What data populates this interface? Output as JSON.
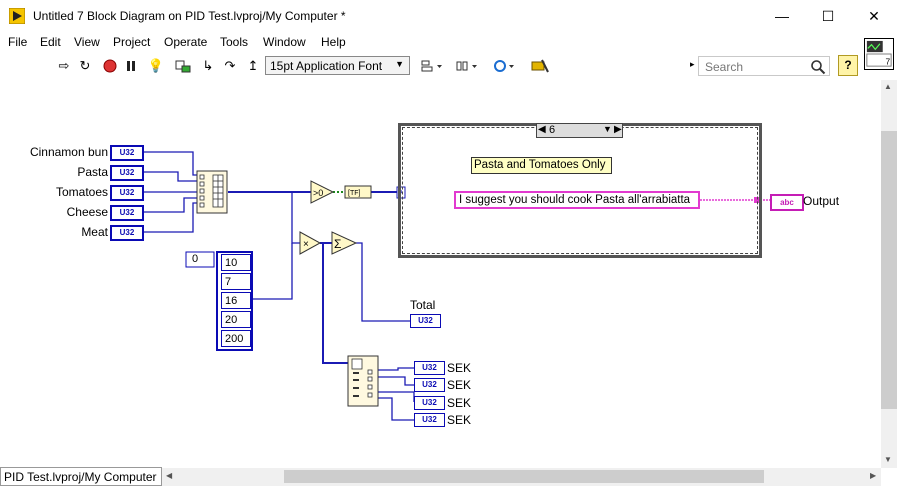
{
  "window": {
    "title": "Untitled 7 Block Diagram on PID Test.lvproj/My Computer *",
    "minimize": "—",
    "maximize": "☐",
    "close": "✕"
  },
  "menu": [
    "File",
    "Edit",
    "View",
    "Project",
    "Operate",
    "Tools",
    "Window",
    "Help"
  ],
  "toolbar": {
    "font": "15pt Application Font",
    "search_placeholder": "Search",
    "help": "?"
  },
  "diagram": {
    "inputs": [
      "Cinnamon bun",
      "Pasta",
      "Tomatoes",
      "Cheese",
      "Meat"
    ],
    "type_label": "U32",
    "array_index": "0",
    "array_values": [
      "10",
      "7",
      "16",
      "20",
      "200"
    ],
    "case_selector": "6",
    "case_label": "Pasta and Tomatoes Only",
    "suggestion": "I suggest you should cook Pasta all'arrabiatta",
    "output_label": "Output",
    "output_type": "abc",
    "total_label": "Total",
    "sek_labels": [
      "SEK",
      "SEK",
      "SEK",
      "SEK"
    ]
  },
  "status_bar": "PID Test.lvproj/My Computer"
}
